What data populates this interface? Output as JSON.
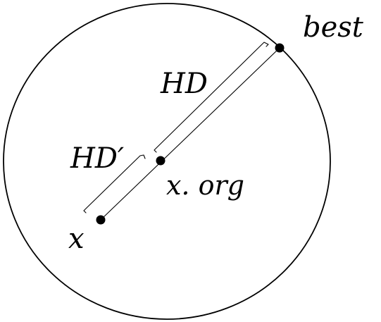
{
  "diagram": {
    "labels": {
      "best": "best",
      "hd": "HD",
      "hd_prime": "HD′",
      "x_org": "x. org",
      "x": "x"
    },
    "points": [
      "best",
      "x.org",
      "x"
    ],
    "colors": {
      "stroke": "#000000",
      "background": "#ffffff"
    }
  }
}
